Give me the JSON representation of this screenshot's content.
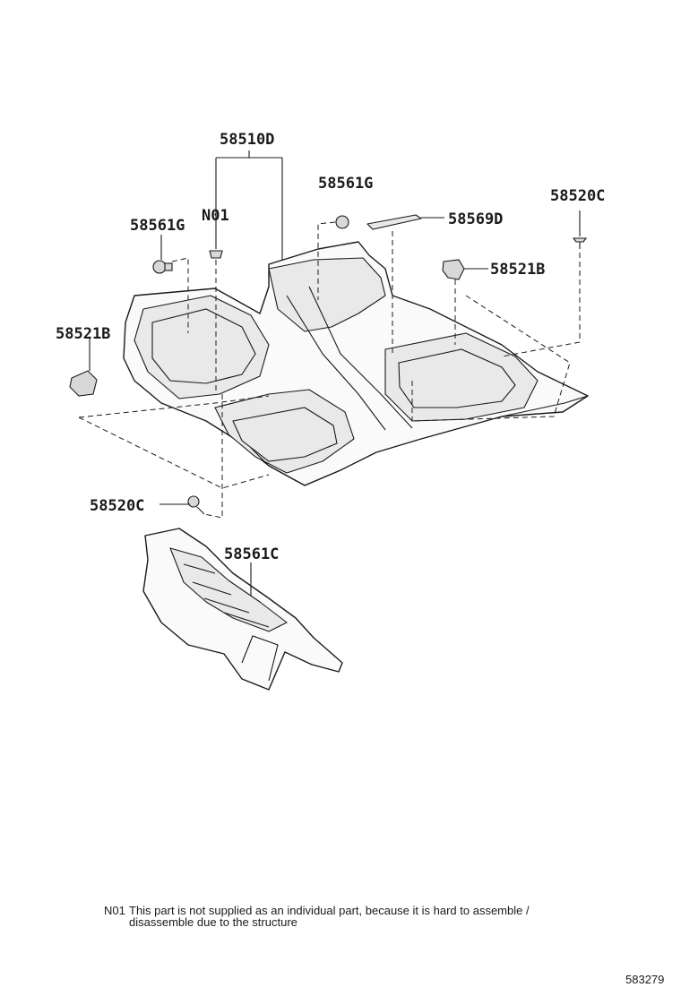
{
  "labels": {
    "p58510D": "58510D",
    "n01": "N01",
    "p58561G_top": "58561G",
    "p58561G_left": "58561G",
    "p58569D": "58569D",
    "p58520C_right": "58520C",
    "p58521B_right": "58521B",
    "p58521B_left": "58521B",
    "p58520C_left": "58520C",
    "p58561C": "58561C"
  },
  "note": {
    "code": "N01",
    "line1": "This part is not supplied as an individual part, because it is hard to assemble /",
    "line2": "disassemble due to the structure"
  },
  "figure_number": "583279"
}
